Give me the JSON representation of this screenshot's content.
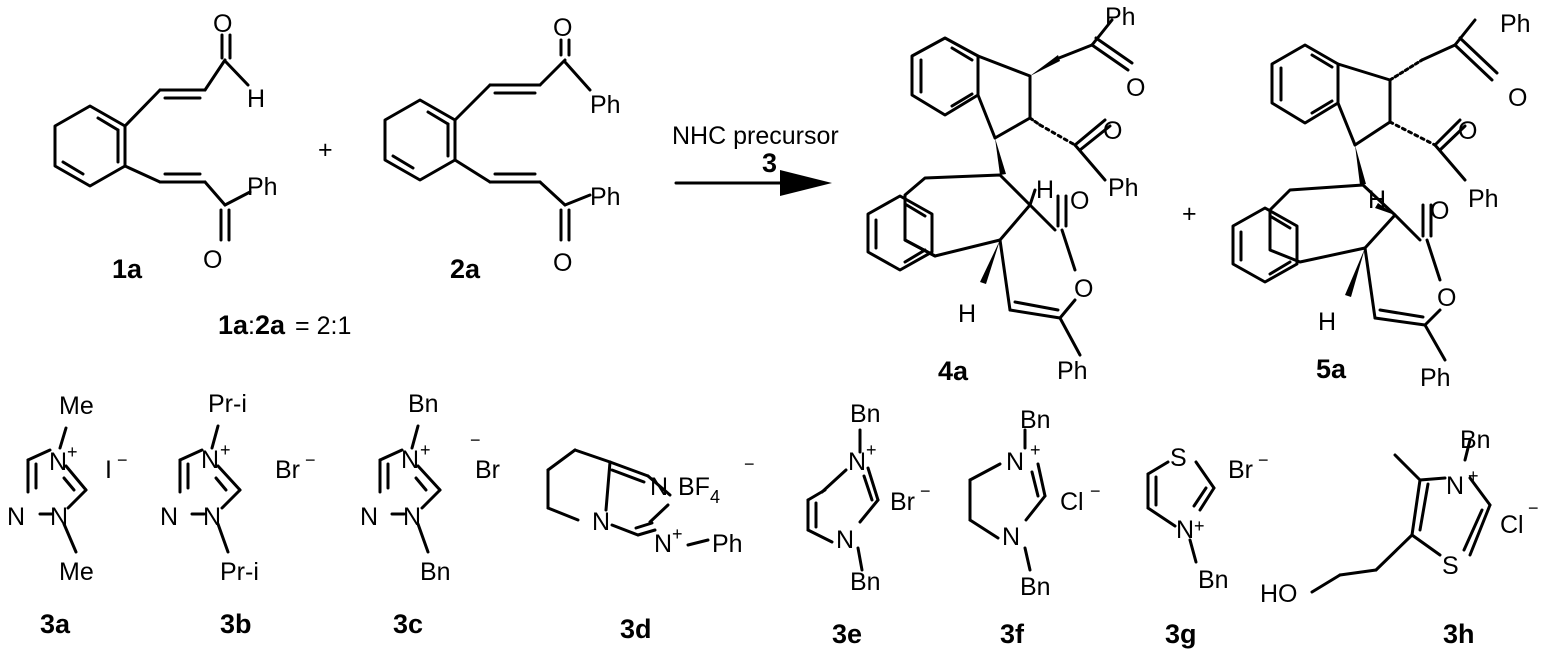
{
  "reaction": {
    "plus_1": "+",
    "plus_2": "+",
    "ratio_1a": "1a",
    "ratio_sep": ":",
    "ratio_2a": "2a",
    "ratio_value": "= 2:1",
    "reagent_line1": "NHC precursor",
    "reagent_line2": "3"
  },
  "compounds": {
    "c1a": "1a",
    "c2a": "2a",
    "c4a": "4a",
    "c5a": "5a",
    "c3a": "3a",
    "c3b": "3b",
    "c3c": "3c",
    "c3d": "3d",
    "c3e": "3e",
    "c3f": "3f",
    "c3g": "3g",
    "c3h": "3h"
  },
  "atoms": {
    "O": "O",
    "H": "H",
    "Ph": "Ph",
    "N": "N",
    "S": "S",
    "Me": "Me",
    "Bn": "Bn",
    "Pri": "Pr-i",
    "HO": "HO",
    "plus": "+",
    "minus": "−",
    "I": "I",
    "Br": "Br",
    "Cl": "Cl",
    "BF": "BF",
    "four": "4"
  },
  "colors": {
    "ink": "#000000",
    "background": "#ffffff"
  }
}
